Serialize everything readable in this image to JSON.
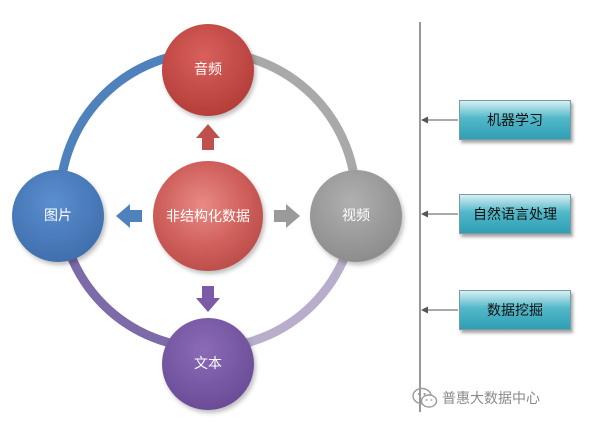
{
  "diagram": {
    "center_label": "非结构化数据",
    "nodes": [
      {
        "id": "audio",
        "label": "音频",
        "color": "#c0504d"
      },
      {
        "id": "video",
        "label": "视频",
        "color": "#9a9a9a"
      },
      {
        "id": "text",
        "label": "文本",
        "color": "#7b5aa6"
      },
      {
        "id": "image",
        "label": "图片",
        "color": "#4f81bd"
      }
    ],
    "ring_colors": {
      "top_right": "#a9a9a9",
      "bottom_right": "#b5a7c8",
      "bottom_left": "#7d6aa8",
      "top_left": "#4f81bd"
    }
  },
  "right_panel": {
    "boxes": [
      "机器学习",
      "自然语言处理",
      "数据挖掘"
    ]
  },
  "watermark": {
    "text": "普惠大数据中心"
  }
}
